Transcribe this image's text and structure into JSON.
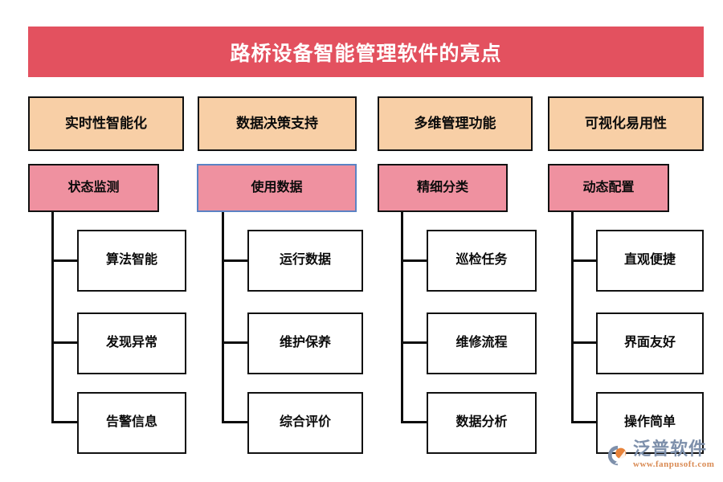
{
  "title": {
    "text": "路桥设备智能管理软件的亮点",
    "bar_color": "#e3515f",
    "text_color": "#ffffff"
  },
  "palette": {
    "level1_fill": "#f8cfa6",
    "level2_fill": "#ef91a0",
    "leaf_fill": "#ffffff",
    "border": "#111111",
    "accent_border": "#5b83c4",
    "connector": "#0d0d0d"
  },
  "columns": [
    {
      "level1": "实时性智能化",
      "level2": "状态监测",
      "level2_border": "black",
      "leaves": [
        "算法智能",
        "发现异常",
        "告警信息"
      ]
    },
    {
      "level1": "数据决策支持",
      "level2": "使用数据",
      "level2_border": "blue",
      "leaves": [
        "运行数据",
        "维护保养",
        "综合评价"
      ]
    },
    {
      "level1": "多维管理功能",
      "level2": "精细分类",
      "level2_border": "black",
      "leaves": [
        "巡检任务",
        "维修流程",
        "数据分析"
      ]
    },
    {
      "level1": "可视化易用性",
      "level2": "动态配置",
      "level2_border": "black",
      "leaves": [
        "直观便捷",
        "界面友好",
        "操作简单"
      ]
    }
  ],
  "watermark": {
    "brand": "泛普软件",
    "url": "www.fanpusoft.com",
    "brand_color": "#7e90ab",
    "url_color": "#d98a53"
  }
}
